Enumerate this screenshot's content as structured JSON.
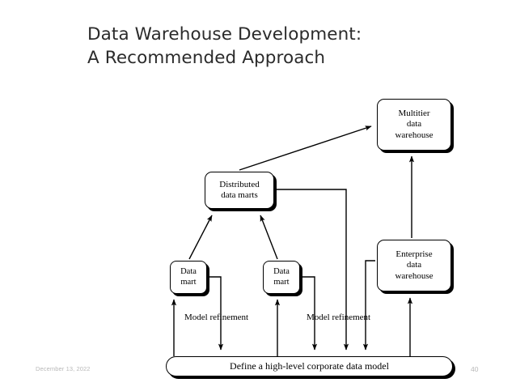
{
  "slide": {
    "title": "Data Warehouse Development:\nA Recommended Approach",
    "footer_date": "December 13, 2022",
    "slide_number": "40",
    "background_color": "#ffffff",
    "title_color": "#2b2b2b",
    "footer_color": "#b8b8b8",
    "diagram_line_color": "#000000"
  },
  "diagram": {
    "type": "flow-diagram",
    "nodes": [
      {
        "id": "multitier",
        "label": "Multitier\ndata\nwarehouse"
      },
      {
        "id": "distributed",
        "label": "Distributed\ndata marts"
      },
      {
        "id": "enterprise",
        "label": "Enterprise\ndata\nwarehouse"
      },
      {
        "id": "mart-left",
        "label": "Data\nmart"
      },
      {
        "id": "mart-right",
        "label": "Data\nmart"
      },
      {
        "id": "bottom",
        "label": "Define a high-level corporate data model"
      }
    ],
    "edge_labels": [
      {
        "id": "refine-left",
        "label": "Model  refinement"
      },
      {
        "id": "refine-right",
        "label": "Model  refinement"
      }
    ],
    "edges": [
      {
        "from": "distributed",
        "to": "multitier",
        "style": "diagonal-arrow"
      },
      {
        "from": "mart-left",
        "to": "distributed",
        "style": "diagonal-arrow"
      },
      {
        "from": "mart-right",
        "to": "distributed",
        "style": "diagonal-arrow"
      },
      {
        "from": "enterprise",
        "to": "multitier",
        "style": "vertical-arrow"
      },
      {
        "from": "bottom",
        "to": "mart-left",
        "style": "vertical-arrow"
      },
      {
        "from": "bottom",
        "to": "mart-right",
        "style": "vertical-arrow"
      },
      {
        "from": "bottom",
        "to": "enterprise",
        "style": "vertical-arrow"
      },
      {
        "from": "mart-left",
        "to": "bottom",
        "style": "elbow-arrow"
      },
      {
        "from": "mart-right",
        "to": "bottom",
        "style": "elbow-arrow"
      },
      {
        "from": "distributed",
        "to": "bottom",
        "style": "elbow-arrow"
      },
      {
        "from": "enterprise",
        "to": "bottom",
        "style": "elbow-arrow"
      }
    ]
  }
}
